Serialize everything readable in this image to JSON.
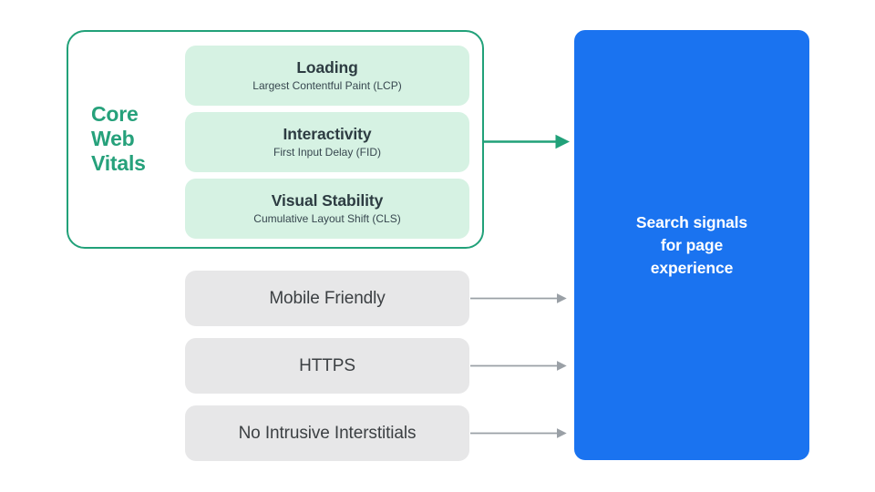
{
  "colors": {
    "background": "#ffffff",
    "cwv_border": "#21a179",
    "cwv_label_text": "#26a17b",
    "vital_card_fill": "#d6f2e3",
    "vital_title_text": "#2d3c42",
    "vital_sub_text": "#37474f",
    "grey_card_fill": "#e7e7e8",
    "grey_label_text": "#3c4043",
    "blue_panel_fill": "#1a73f0",
    "blue_panel_text": "#ffffff",
    "green_arrow": "#21a179",
    "grey_arrow": "#9aa0a6"
  },
  "core_web_vitals": {
    "group_label_lines": [
      "Core",
      "Web",
      "Vitals"
    ],
    "metrics": [
      {
        "title": "Loading",
        "subtitle": "Largest Contentful Paint (LCP)"
      },
      {
        "title": "Interactivity",
        "subtitle": "First Input Delay (FID)"
      },
      {
        "title": "Visual Stability",
        "subtitle": "Cumulative Layout Shift (CLS)"
      }
    ]
  },
  "other_signals": [
    {
      "label": "Mobile Friendly"
    },
    {
      "label": "HTTPS"
    },
    {
      "label": "No Intrusive Interstitials"
    }
  ],
  "outcome": {
    "lines": [
      "Search signals",
      "for page",
      "experience"
    ]
  },
  "connectors": {
    "core_web_vitals_arrow": {
      "icon": "arrow-right-icon",
      "color": "#21a179"
    },
    "mobile_friendly_arrow": {
      "icon": "arrow-right-icon",
      "color": "#9aa0a6"
    },
    "https_arrow": {
      "icon": "arrow-right-icon",
      "color": "#9aa0a6"
    },
    "interstitials_arrow": {
      "icon": "arrow-right-icon",
      "color": "#9aa0a6"
    }
  }
}
